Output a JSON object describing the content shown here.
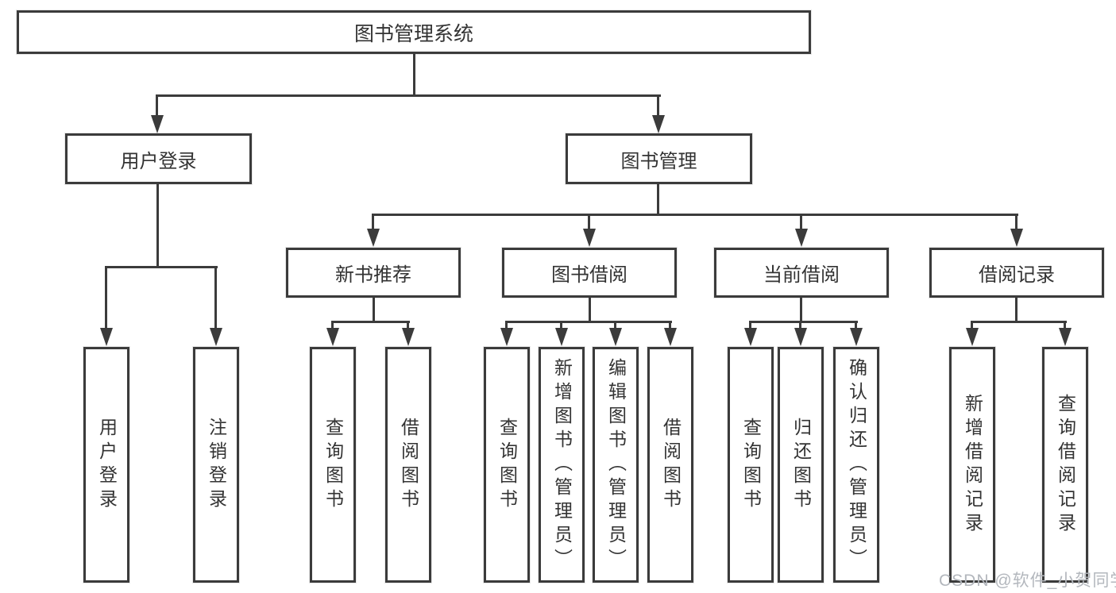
{
  "diagram": {
    "root": {
      "label": "图书管理系统"
    },
    "branches": [
      {
        "label": "用户登录",
        "children": [
          "用户登录",
          "注销登录"
        ]
      },
      {
        "label": "图书管理",
        "sections": [
          {
            "label": "新书推荐",
            "children": [
              "查询图书",
              "借阅图书"
            ]
          },
          {
            "label": "图书借阅",
            "children": [
              "查询图书",
              "新增图书（管理员）",
              "编辑图书（管理员）",
              "借阅图书"
            ]
          },
          {
            "label": "当前借阅",
            "children": [
              "查询图书",
              "归还图书",
              "确认归还（管理员）"
            ]
          },
          {
            "label": "借阅记录",
            "children": [
              "新增借阅记录",
              "查询借阅记录"
            ]
          }
        ]
      }
    ]
  },
  "watermark": "CSDN @软件_小贺同学",
  "colors": {
    "line": "#3b3b3b",
    "text": "#333333",
    "background": "#ffffff",
    "watermark": "#b3b7bd"
  }
}
